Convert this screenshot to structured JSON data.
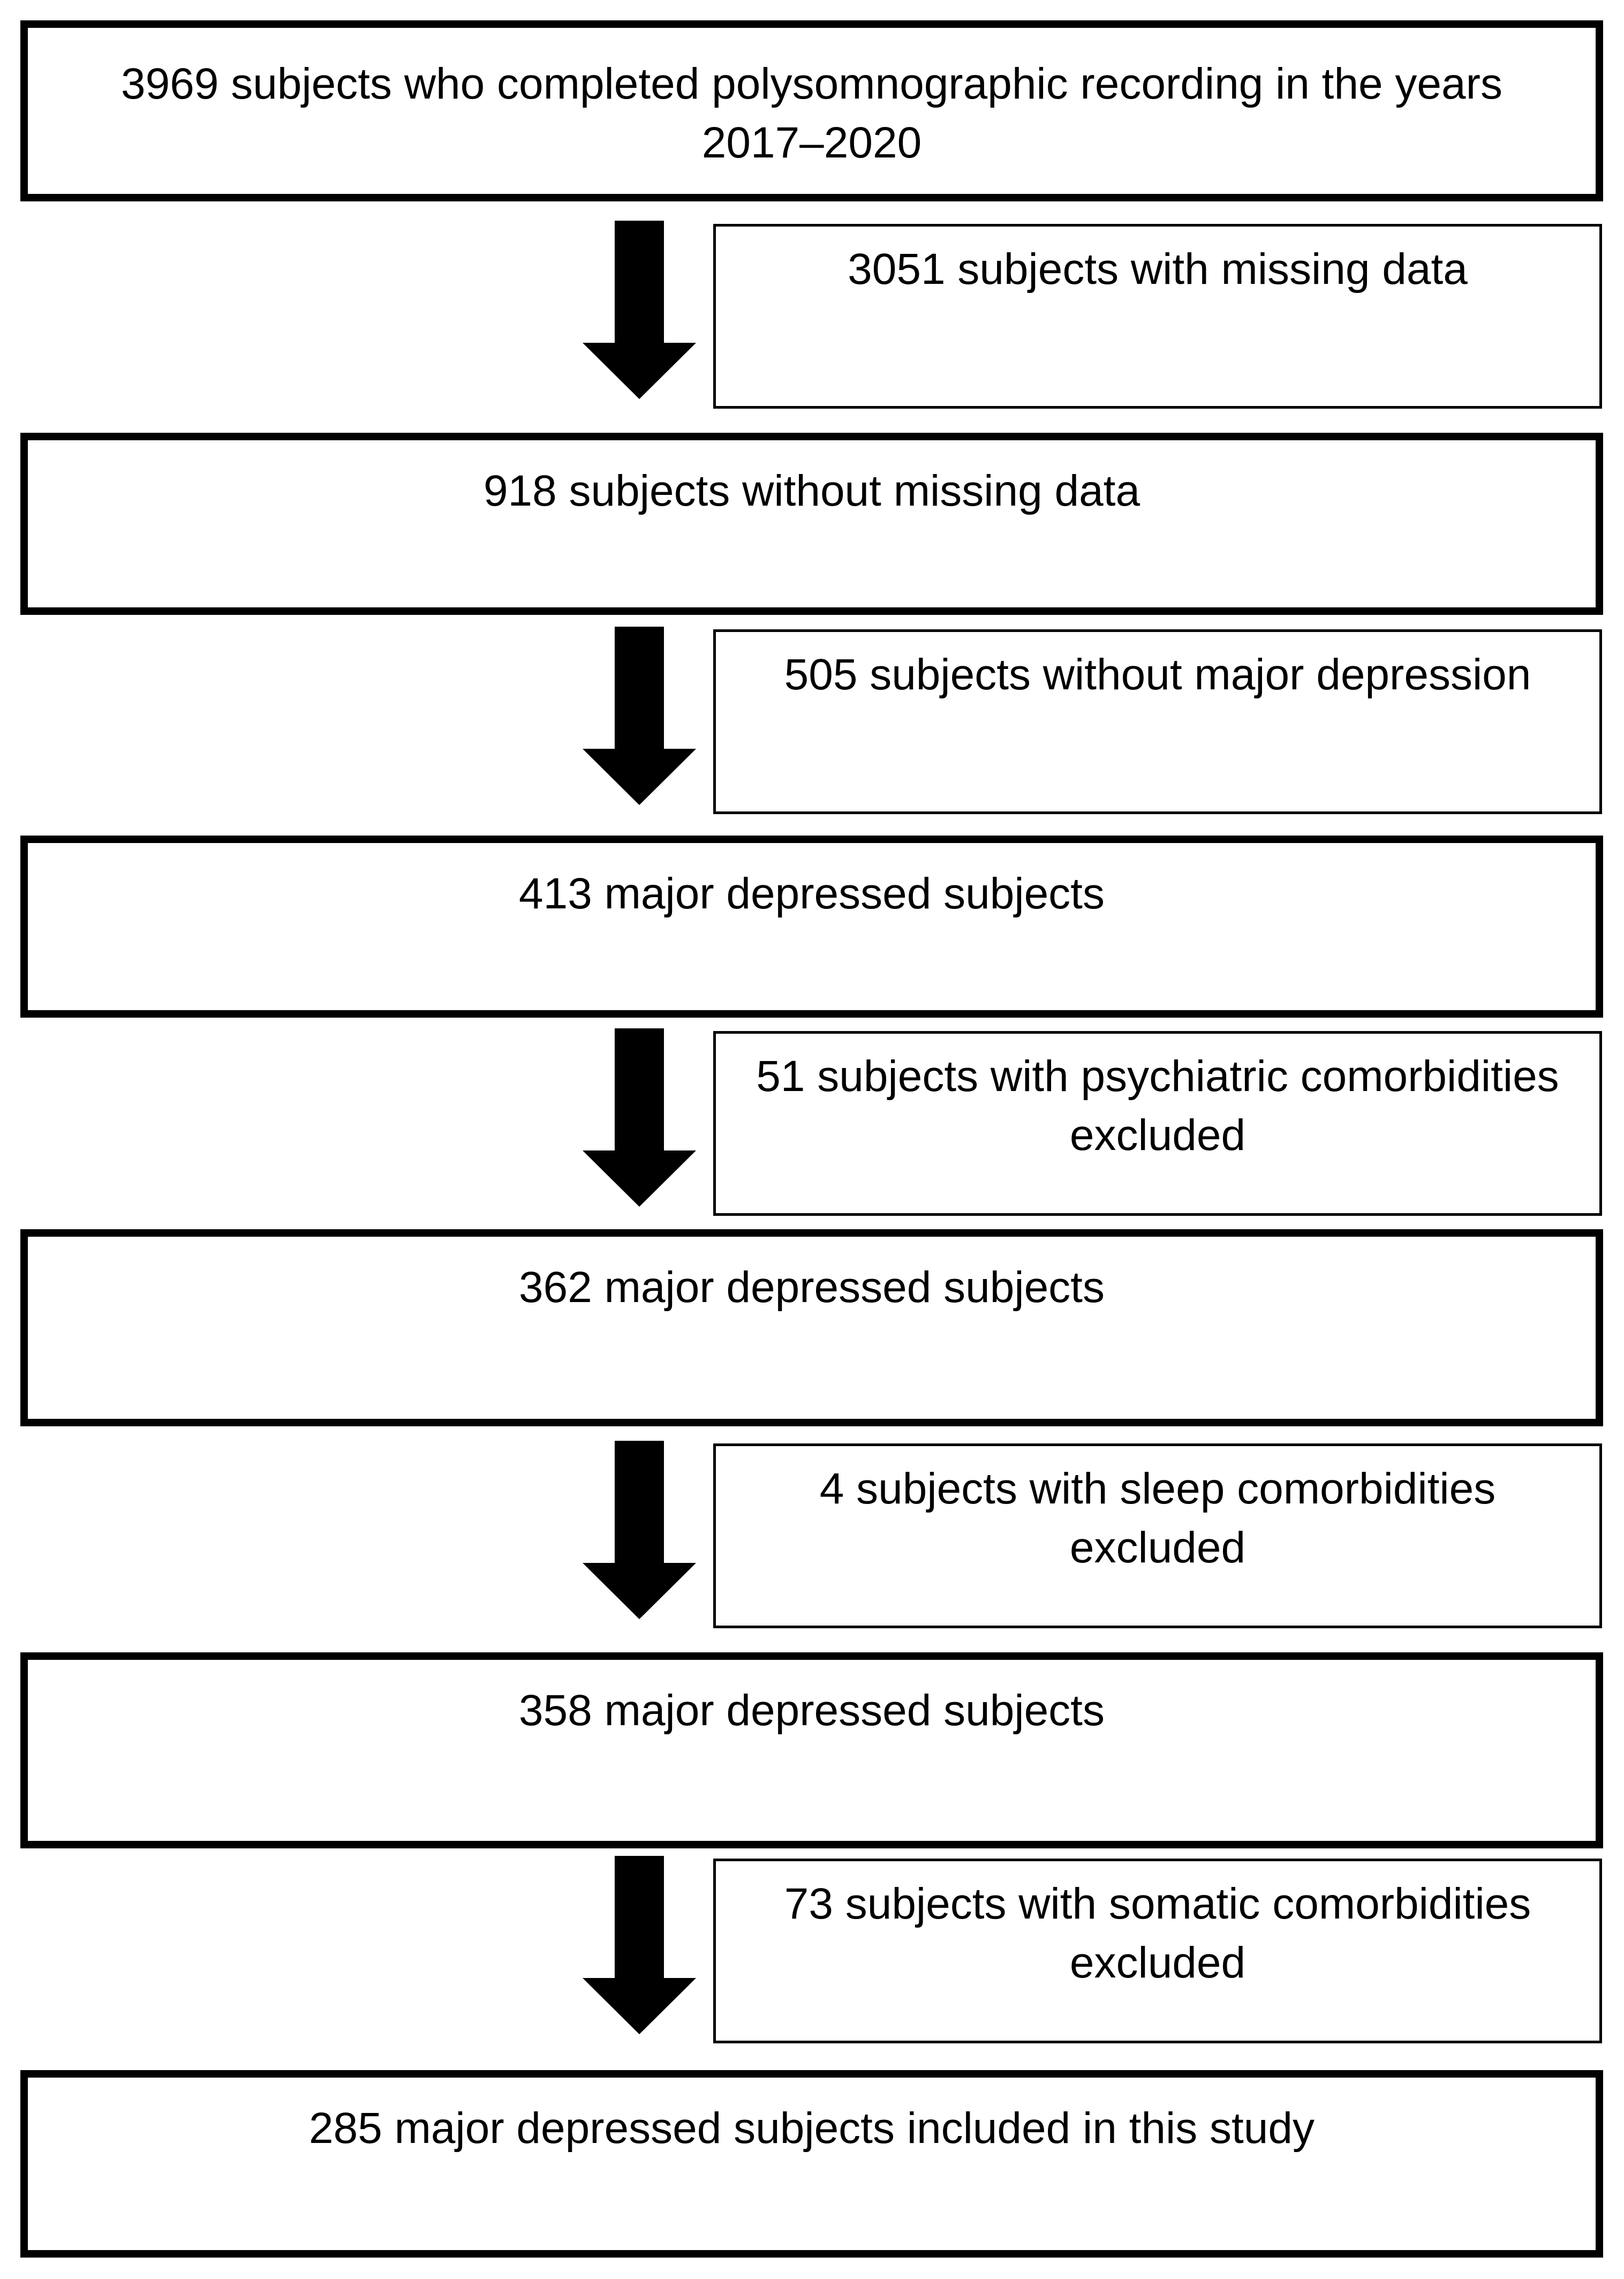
{
  "flowchart": {
    "stages": [
      {
        "text": "3969 subjects who completed polysomnographic recording in the years 2017–2020"
      },
      {
        "text": "918 subjects without missing data"
      },
      {
        "text": "413 major depressed subjects"
      },
      {
        "text": "362 major depressed subjects"
      },
      {
        "text": "358 major depressed subjects"
      },
      {
        "text": "285 major depressed subjects included in this study"
      }
    ],
    "exclusions": [
      {
        "text": "3051 subjects with missing data"
      },
      {
        "text": "505 subjects without major depression"
      },
      {
        "text": "51 subjects with psychiatric comorbidities excluded"
      },
      {
        "text": "4 subjects with sleep comorbidities excluded"
      },
      {
        "text": "73 subjects with somatic comorbidities excluded"
      }
    ]
  }
}
